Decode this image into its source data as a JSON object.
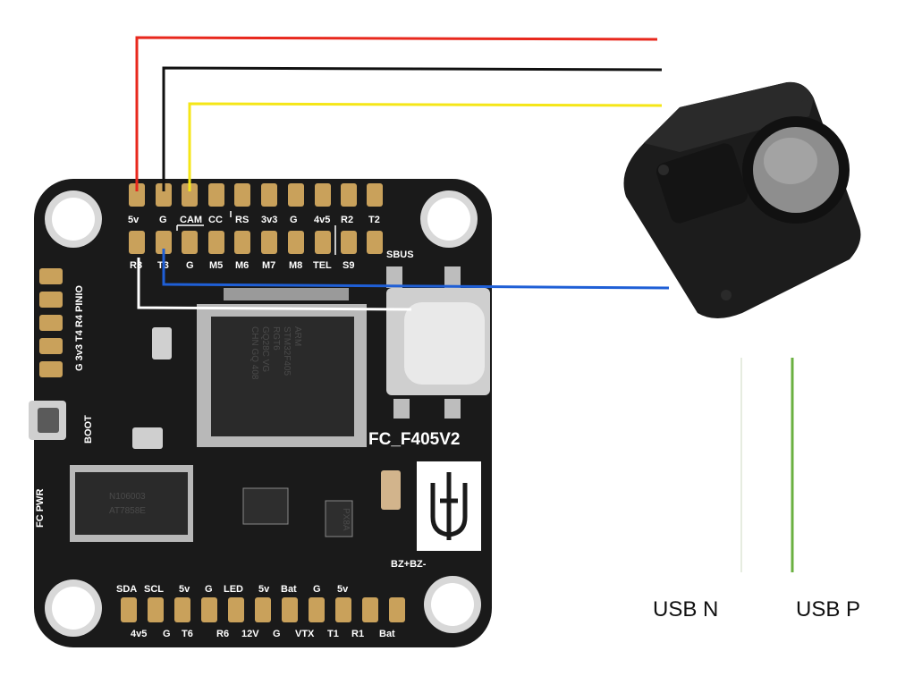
{
  "board": {
    "name": "FC_F405V2",
    "mcu_text": [
      "ARM",
      "STM32F405",
      "RGT6",
      "GQ28C VG",
      "CHN GQ 408"
    ],
    "driver_text": [
      "N106003",
      "AT7858E"
    ],
    "small_chip_text": "PX8A",
    "boot_label": "BOOT",
    "pinio_label": "G 3v3 T4 R4 PINIO",
    "fc_pwr_label": "FC PWR",
    "top_row_labels": [
      "5v",
      "G",
      "CAM",
      "CC",
      "RS",
      "3v3",
      "G",
      "4v5",
      "R2",
      "T2"
    ],
    "second_row_labels": [
      "R3",
      "T3",
      "G",
      "M5",
      "M6",
      "M7",
      "M8",
      "TEL",
      "S9"
    ],
    "sbus_label": "SBUS",
    "bz_label": "BZ+BZ-",
    "bottom_row_labels": [
      "SDA",
      "SCL",
      "5v",
      "G",
      "LED",
      "5v",
      "Bat",
      "G",
      "5v"
    ],
    "bottom_row2_labels": [
      "4v5",
      "G",
      "T6",
      "R6",
      "12V",
      "G",
      "VTX",
      "T1",
      "R1",
      "Bat"
    ]
  },
  "wires": [
    {
      "color": "#e8281d",
      "from_pad": "5v"
    },
    {
      "color": "#111111",
      "from_pad": "G"
    },
    {
      "color": "#f5e617",
      "from_pad": "CAM"
    },
    {
      "color": "#1f5fd6",
      "from_pad": "T3"
    },
    {
      "color": "#ffffff",
      "from_pad": "R3"
    }
  ],
  "usb_lines": [
    {
      "label": "USB N",
      "color": "#e6ece0"
    },
    {
      "label": "USB P",
      "color": "#6bb041"
    }
  ]
}
